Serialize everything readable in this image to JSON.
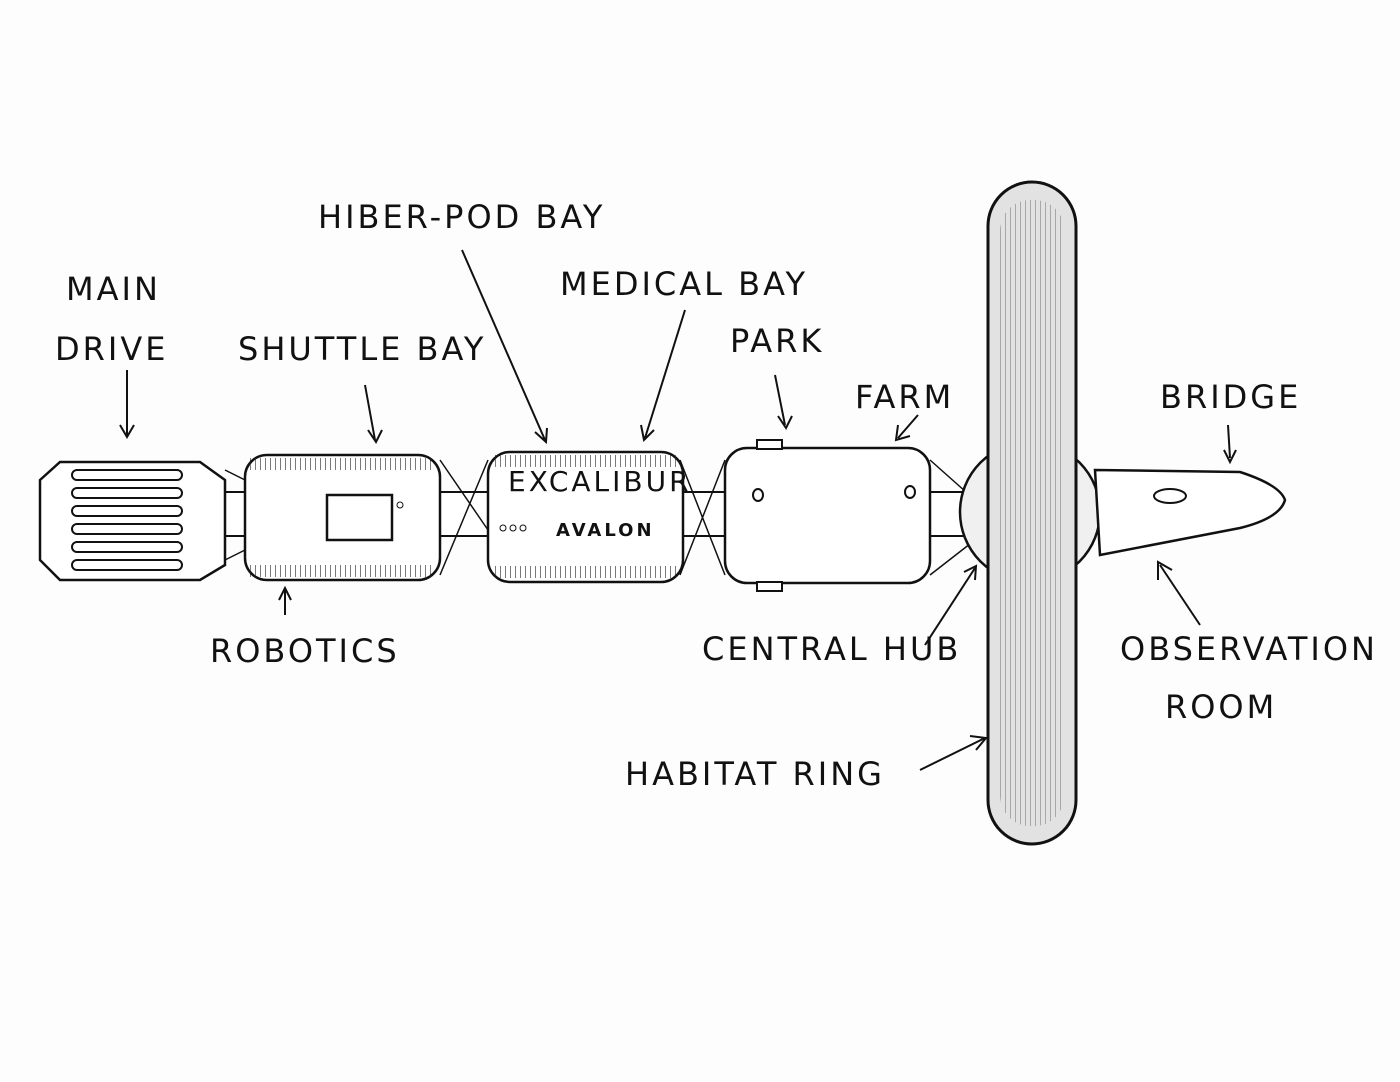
{
  "diagram": {
    "ship_name": "EXCALIBUR",
    "ship_subtitle": "AVALON",
    "labels": {
      "main_drive_1": "MAIN",
      "main_drive_2": "DRIVE",
      "shuttle_bay": "SHUTTLE BAY",
      "hiber_pod_bay": "HIBER-POD BAY",
      "medical_bay": "MEDICAL BAY",
      "park": "PARK",
      "farm": "FARM",
      "bridge": "BRIDGE",
      "robotics": "ROBOTICS",
      "central_hub": "CENTRAL HUB",
      "observation_room_1": "OBSERVATION",
      "observation_room_2": "ROOM",
      "habitat_ring": "HABITAT RING"
    }
  }
}
